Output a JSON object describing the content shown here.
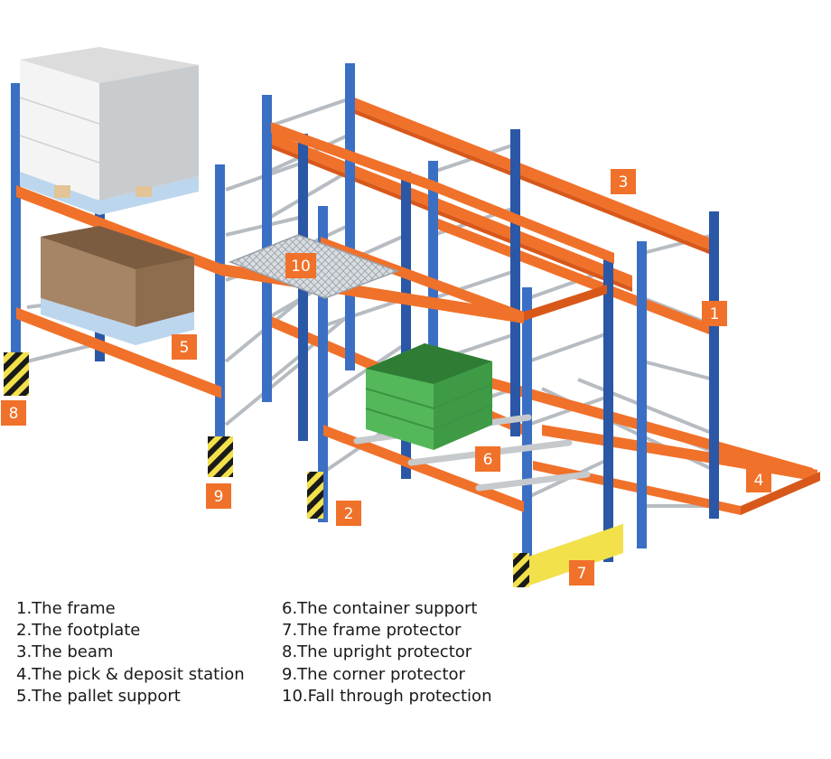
{
  "colors": {
    "upright": "#3a6fc4",
    "upright_dark": "#2a57a6",
    "beam": "#f0712a",
    "beam_dark": "#d8581a",
    "brace": "#b7bcc2",
    "badge": "#f0712a",
    "container": "#54b85a",
    "protector_yellow": "#f2e14a",
    "protector_black": "#1a1a1a",
    "pallet": "#bcd6ee",
    "box": "#a68566",
    "load": "#e6e6e6"
  },
  "callouts": [
    "1",
    "2",
    "3",
    "4",
    "5",
    "6",
    "7",
    "8",
    "9",
    "10"
  ],
  "legend": {
    "left": [
      "1.The frame",
      "2.The footplate",
      "3.The beam",
      "4.The pick & deposit station",
      "5.The pallet support"
    ],
    "right": [
      "6.The container support",
      "7.The frame protector",
      "8.The upright protector",
      "9.The corner protector",
      "10.Fall through protection"
    ]
  }
}
